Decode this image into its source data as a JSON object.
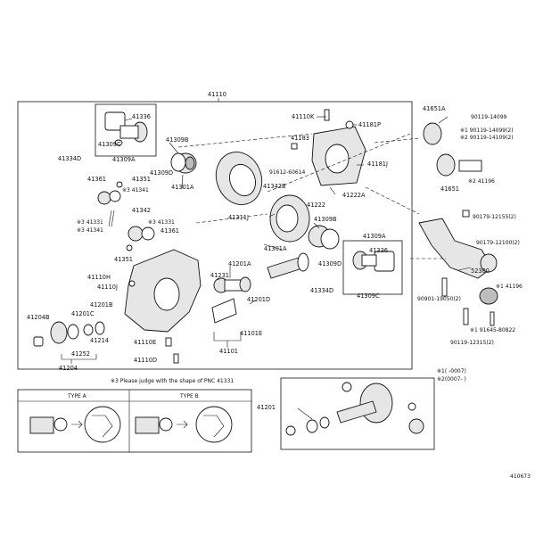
{
  "diagram": {
    "main_assembly": "41110",
    "diagram_id": "410673",
    "note_judge": "※3  Please judge with the shape of PNC 41331",
    "legend_1": "※1(      -0007)",
    "legend_2": "※2(0007-      )",
    "type_a": "TYPE A",
    "type_b": "TYPE B",
    "labels": {
      "l41336a": "41336",
      "l41309ca": "41309C",
      "l41309b": "41309B",
      "l41309d": "41309D",
      "l41301a": "41301A",
      "l41334d": "41334D",
      "l41309a": "41309A",
      "l41361a": "41361",
      "l41351a": "41351",
      "l41341a": "※3 41341",
      "l41342": "41342",
      "l41331a": "※3 41331",
      "l41341b": "※3 41341",
      "l41331b": "※3 41331",
      "l41361b": "41361",
      "l41351b": "41351",
      "l41110k": "41110K",
      "l41181p": "41181P",
      "l41183": "41183",
      "l41181j": "41181J",
      "l91612": "91612-60614",
      "l41342b": "41342B",
      "l41222": "41222",
      "l41222a": "41222A",
      "l41311j": "41311J",
      "l41309b2": "41309B",
      "l41309a2": "41309A",
      "l41336b": "41336",
      "l41301a2": "41301A",
      "l41309d2": "41309D",
      "l41334d2": "41334D",
      "l41309c2": "41309C",
      "l41110h": "41110H",
      "l41110j": "41110J",
      "l41201a": "41201A",
      "l41231": "41231",
      "l41201d": "41201D",
      "l41201b": "41201B",
      "l41204b": "41204B",
      "l41201c": "41201C",
      "l41214": "41214",
      "l41252": "41252",
      "l41204": "41204",
      "l41110e": "41110E",
      "l41110d": "41110D",
      "l41101": "41101",
      "l41101e": "41101E",
      "l41651a": "41651A",
      "l90119_14099": "90119-14099",
      "l90119_14099_2": "※1 90119-14099(2)",
      "l90119_14109_2": "※2 90119-14109(2)",
      "l41651": "41651",
      "l41196a": "※2 41196",
      "l90179_12155": "90179-12155(2)",
      "l90179_12100": "90179-12100(2)",
      "l52380": "52380",
      "l90901": "90901-19050(2)",
      "l41196b": "※1 41196",
      "l91645": "※1 91645-80822",
      "l90119_12315": "90119-12315(2)",
      "l41201": "41201"
    }
  }
}
